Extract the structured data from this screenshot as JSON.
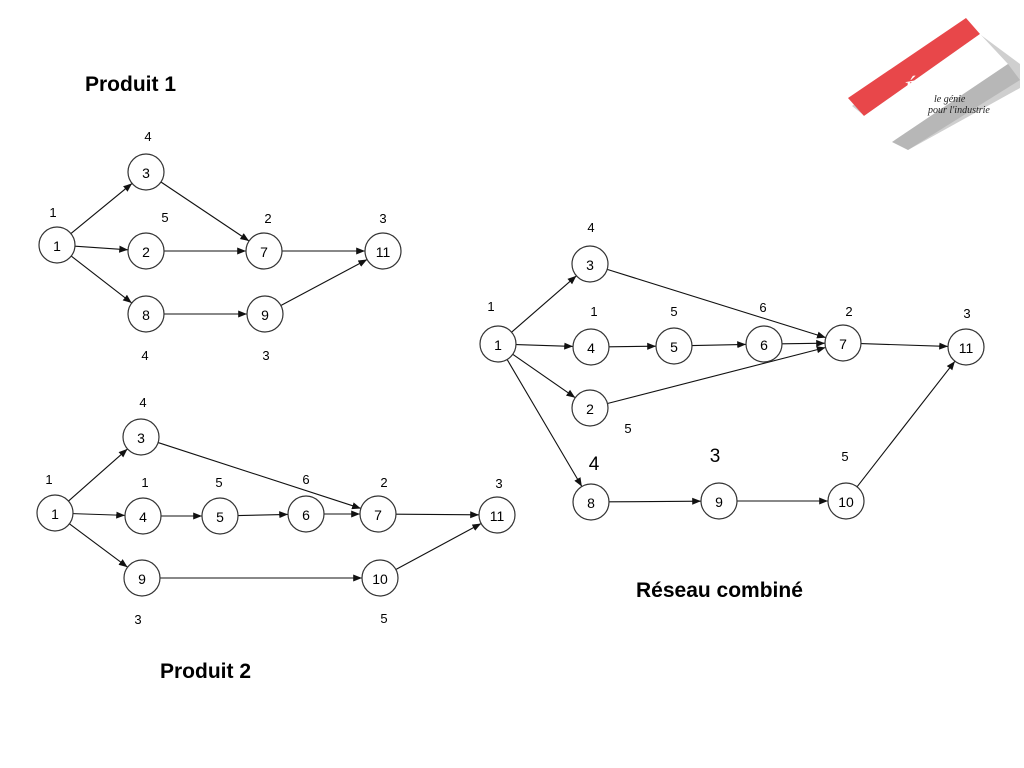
{
  "titles": {
    "produit1": "Produit 1",
    "produit2": "Produit 2",
    "combined": "Réseau combiné"
  },
  "logo": {
    "mark": "ÉTS",
    "tagline_line1": "le génie",
    "tagline_line2": "pour l'industrie",
    "accent_color": "#e8474a"
  },
  "diagrams": [
    {
      "id": "produit1",
      "nodes": [
        {
          "label": "1",
          "duration": "1"
        },
        {
          "label": "3",
          "duration": "4"
        },
        {
          "label": "2",
          "duration": "5"
        },
        {
          "label": "8",
          "duration": "4"
        },
        {
          "label": "7",
          "duration": "2"
        },
        {
          "label": "9",
          "duration": "3"
        },
        {
          "label": "11",
          "duration": "3"
        }
      ],
      "edges": [
        [
          "1",
          "3"
        ],
        [
          "1",
          "2"
        ],
        [
          "1",
          "8"
        ],
        [
          "3",
          "7"
        ],
        [
          "2",
          "7"
        ],
        [
          "8",
          "9"
        ],
        [
          "7",
          "11"
        ],
        [
          "9",
          "11"
        ]
      ]
    },
    {
      "id": "produit2",
      "nodes": [
        {
          "label": "1",
          "duration": "1"
        },
        {
          "label": "3",
          "duration": "4"
        },
        {
          "label": "4",
          "duration": "1"
        },
        {
          "label": "5",
          "duration": "5"
        },
        {
          "label": "6",
          "duration": "6"
        },
        {
          "label": "7",
          "duration": "2"
        },
        {
          "label": "11",
          "duration": "3"
        },
        {
          "label": "9",
          "duration": "3"
        },
        {
          "label": "10",
          "duration": "5"
        }
      ],
      "edges": [
        [
          "1",
          "3"
        ],
        [
          "1",
          "4"
        ],
        [
          "1",
          "9"
        ],
        [
          "3",
          "7"
        ],
        [
          "4",
          "5"
        ],
        [
          "5",
          "6"
        ],
        [
          "6",
          "7"
        ],
        [
          "7",
          "11"
        ],
        [
          "9",
          "10"
        ],
        [
          "10",
          "11"
        ]
      ]
    },
    {
      "id": "combined",
      "nodes": [
        {
          "label": "1",
          "duration": "1"
        },
        {
          "label": "3",
          "duration": "4"
        },
        {
          "label": "4",
          "duration": "1"
        },
        {
          "label": "5",
          "duration": "5"
        },
        {
          "label": "6",
          "duration": "6"
        },
        {
          "label": "7",
          "duration": "2"
        },
        {
          "label": "11",
          "duration": "3"
        },
        {
          "label": "2",
          "duration": "5"
        },
        {
          "label": "8",
          "duration": "4"
        },
        {
          "label": "9",
          "duration": "3"
        },
        {
          "label": "10",
          "duration": "5"
        }
      ],
      "edges": [
        [
          "1",
          "3"
        ],
        [
          "1",
          "4"
        ],
        [
          "1",
          "2"
        ],
        [
          "1",
          "8"
        ],
        [
          "3",
          "7"
        ],
        [
          "4",
          "5"
        ],
        [
          "5",
          "6"
        ],
        [
          "6",
          "7"
        ],
        [
          "2",
          "7"
        ],
        [
          "7",
          "11"
        ],
        [
          "8",
          "9"
        ],
        [
          "9",
          "10"
        ],
        [
          "10",
          "11"
        ]
      ]
    }
  ]
}
